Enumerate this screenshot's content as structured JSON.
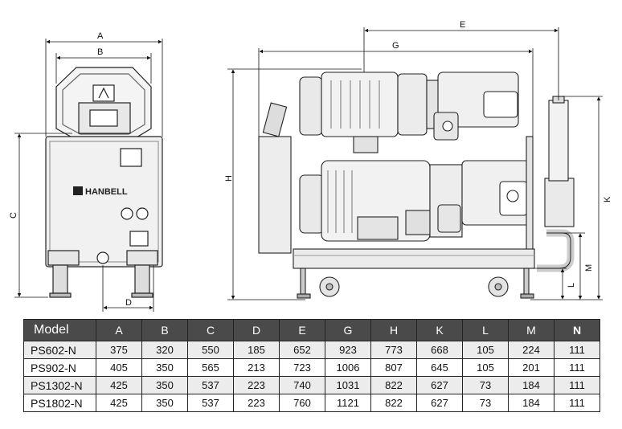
{
  "drawing": {
    "front_view": {
      "dim_a": "A",
      "dim_b": "B",
      "dim_c": "C",
      "dim_d": "D",
      "brand": "HANBELL"
    },
    "side_view": {
      "dim_e": "E",
      "dim_g": "G",
      "dim_h": "H",
      "dim_k": "K",
      "dim_m": "M",
      "dim_l": "L"
    }
  },
  "table": {
    "headers": [
      "Model",
      "A",
      "B",
      "C",
      "D",
      "E",
      "G",
      "H",
      "K",
      "L",
      "M",
      "N"
    ],
    "rows": [
      [
        "PS602-N",
        "375",
        "320",
        "550",
        "185",
        "652",
        "923",
        "773",
        "668",
        "105",
        "224",
        "111"
      ],
      [
        "PS902-N",
        "405",
        "350",
        "565",
        "213",
        "723",
        "1006",
        "807",
        "645",
        "105",
        "201",
        "111"
      ],
      [
        "PS1302-N",
        "425",
        "350",
        "537",
        "223",
        "740",
        "1031",
        "822",
        "627",
        "73",
        "184",
        "111"
      ],
      [
        "PS1802-N",
        "425",
        "350",
        "537",
        "223",
        "760",
        "1121",
        "822",
        "627",
        "73",
        "184",
        "111"
      ]
    ]
  }
}
